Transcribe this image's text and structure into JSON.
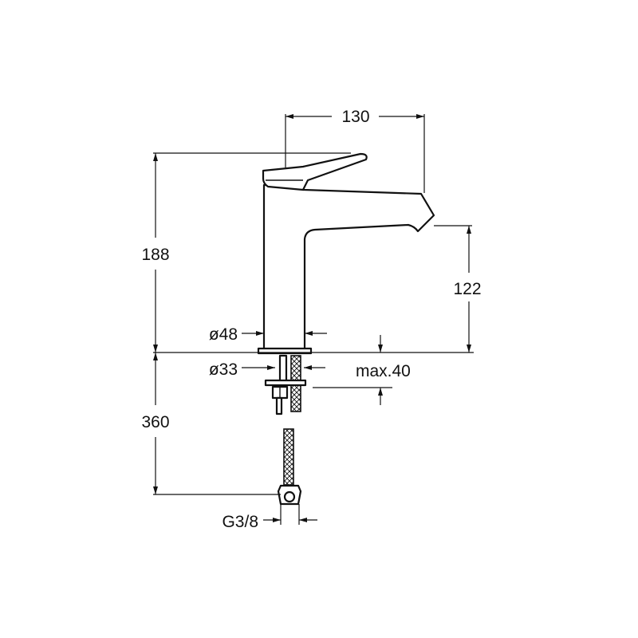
{
  "dimensions": {
    "projection": "130",
    "total_height": "188",
    "spout_height": "122",
    "body_diameter": "ø48",
    "hole_diameter": "ø33",
    "max_thickness": "max.40",
    "hose_length": "360",
    "connection": "G3/8"
  },
  "colors": {
    "line": "#111111",
    "background": "#ffffff"
  }
}
